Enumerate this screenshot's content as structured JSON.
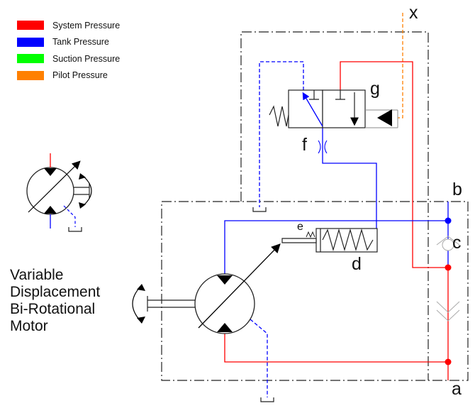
{
  "legend": {
    "items": [
      {
        "label": "System Pressure",
        "color": "#ff0000"
      },
      {
        "label": "Tank Pressure",
        "color": "#0000ff"
      },
      {
        "label": "Suction Pressure",
        "color": "#00ff00"
      },
      {
        "label": "Pilot Pressure",
        "color": "#ff8000"
      }
    ]
  },
  "caption": {
    "line1": "Variable",
    "line2": "Displacement",
    "line3": "Bi-Rotational",
    "line4": "Motor"
  },
  "labels": {
    "x": "x",
    "g": "g",
    "f": "f",
    "e": "e",
    "d": "d",
    "b": "b",
    "c": "c",
    "a": "a"
  },
  "colors": {
    "system": "#ff0000",
    "tank": "#0000ff",
    "pilot": "#ff8000",
    "frame": "#222222"
  }
}
